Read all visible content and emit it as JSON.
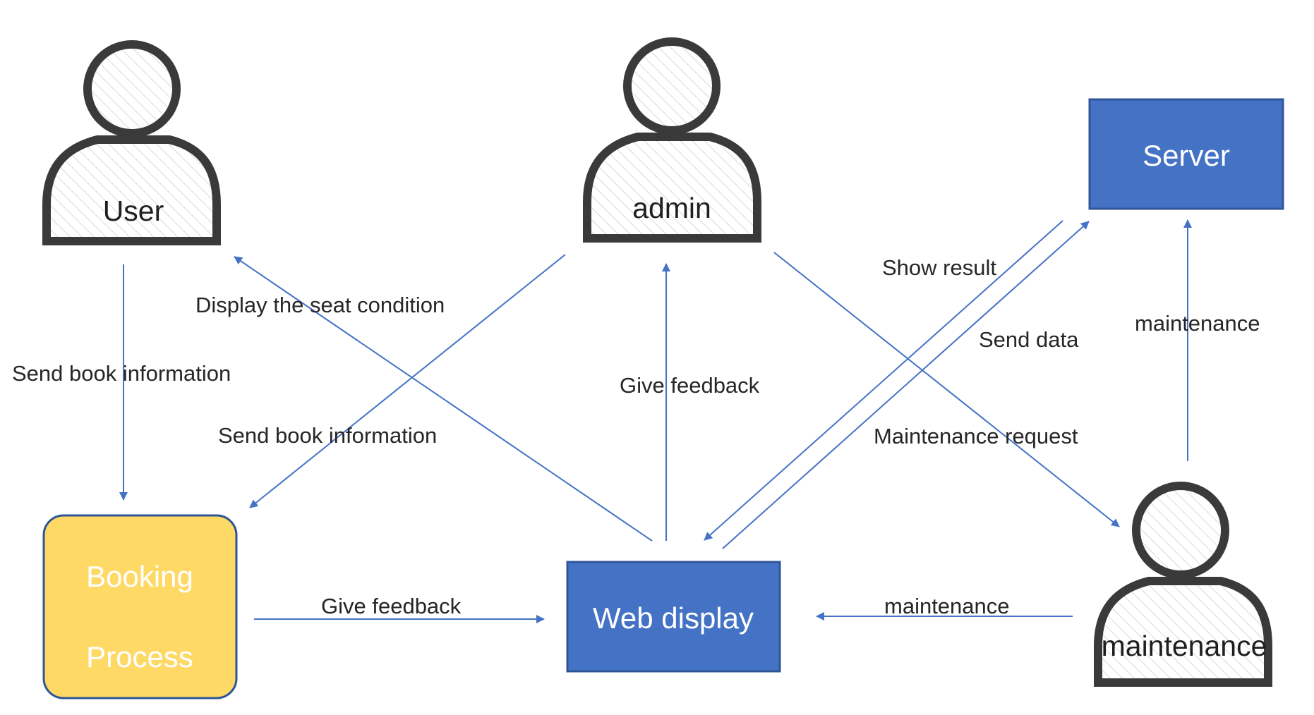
{
  "colors": {
    "arrow": "#4472c4",
    "box_fill": "#4472c4",
    "box_border": "#2f5597",
    "booking_fill": "#ffd966",
    "booking_border": "#2f5597",
    "actor_outline": "#3a3a3a"
  },
  "actors": {
    "user": {
      "label": "User",
      "icon": "person-icon"
    },
    "admin": {
      "label": "admin",
      "icon": "person-icon"
    },
    "maintenance": {
      "label": "maintenance",
      "icon": "person-icon"
    }
  },
  "nodes": {
    "server": {
      "label": "Server"
    },
    "web_display": {
      "label": "Web display"
    },
    "booking": {
      "label_line1": "Booking",
      "label_line2": "Process"
    }
  },
  "edges": {
    "user_to_booking": "Send book information",
    "web_to_user": "Display the seat condition",
    "admin_to_booking": "Send book information",
    "web_to_admin": "Give feedback",
    "server_to_web": "Show result",
    "web_to_server": "Send data",
    "admin_to_maintenance": "Maintenance request",
    "maintenance_to_server": "maintenance",
    "maintenance_to_web": "maintenance",
    "booking_to_web": "Give feedback"
  }
}
